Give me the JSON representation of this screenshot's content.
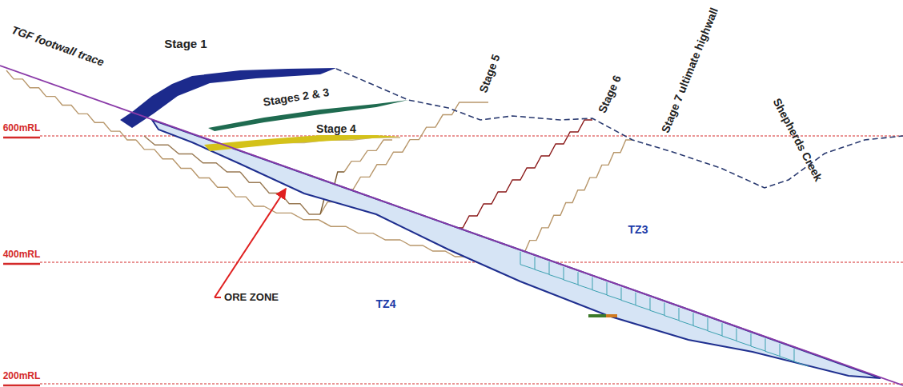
{
  "diagram": {
    "labels": [
      "TGF footwall trace",
      "Stage 1",
      "Stages 2 & 3",
      "Stage 4",
      "Stage 5",
      "Stage 6",
      "Stage 7 ultimate highwall",
      "Shepherds Creek",
      "600mRL",
      "400mRL",
      "200mRL",
      "ORE ZONE",
      "TZ3",
      "TZ4"
    ]
  }
}
